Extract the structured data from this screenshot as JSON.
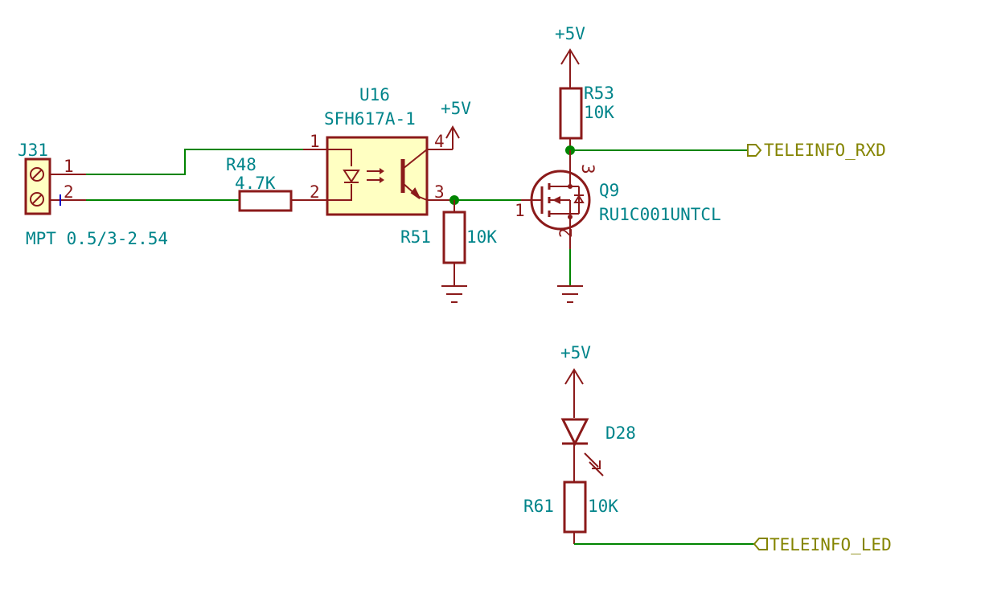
{
  "colors": {
    "wire": "#008400",
    "component": "#8b1a1a",
    "component_fill": "#ffffc2",
    "label": "#00848a",
    "net_label": "#848400",
    "junction": "#008400"
  },
  "power_labels": {
    "top_q9": "+5V",
    "u16_pin4": "+5V",
    "d28": "+5V"
  },
  "components": {
    "j31": {
      "ref": "J31",
      "value": "MPT 0.5/3-2.54",
      "pin1": "1",
      "pin2": "2"
    },
    "r48": {
      "ref": "R48",
      "value": "4.7K"
    },
    "u16": {
      "ref": "U16",
      "value": "SFH617A-1",
      "pin1": "1",
      "pin2": "2",
      "pin3": "3",
      "pin4": "4"
    },
    "r51": {
      "ref": "R51",
      "value": "10K"
    },
    "r53": {
      "ref": "R53",
      "value": "10K"
    },
    "q9": {
      "ref": "Q9",
      "value": "RU1C001UNTCL",
      "pin1": "1",
      "pin2": "2",
      "pin3": "3"
    },
    "d28": {
      "ref": "D28"
    },
    "r61": {
      "ref": "R61",
      "value": "10K"
    }
  },
  "net_labels": {
    "rxd": "TELEINFO_RXD",
    "led": "TELEINFO_LED"
  }
}
